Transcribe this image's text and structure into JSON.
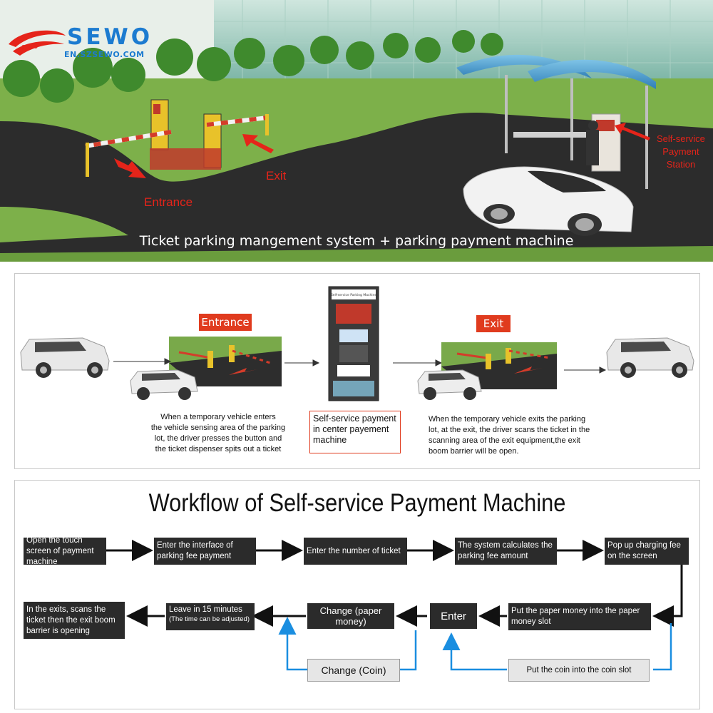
{
  "logo": {
    "brand": "SEWO",
    "url": "EN.SZSEWO.COM"
  },
  "top": {
    "entrance_label": "Entrance",
    "exit_label": "Exit",
    "station_label_lines": [
      "Self-service",
      "Payment",
      "Station"
    ],
    "caption": "Ticket parking mangement system + parking payment machine"
  },
  "process": {
    "entrance_tag": "Entrance",
    "exit_tag": "Exit",
    "entrance_desc": [
      "When a temporary vehicle enters",
      "the vehicle sensing area of the parking",
      "lot, the driver presses the button and",
      "the ticket dispenser spits out a ticket"
    ],
    "machine_label_lines": [
      "Self-service payment",
      "in center payement",
      "machine"
    ],
    "machine_screen_title": "Self-service Parking Machine",
    "exit_desc": [
      "When the temporary vehicle exits the parking",
      "lot, at the exit, the driver scans the ticket in the",
      "scanning area of the exit equipment,the exit",
      "boom barrier will be open."
    ]
  },
  "workflow": {
    "title": "Workflow of Self-service Payment Machine",
    "row1": [
      "Open the touch screen of payment machine",
      "Enter the interface of parking fee payment",
      "Enter the number of ticket",
      "The system calculates the parking fee amount",
      "Pop up charging fee on the screen"
    ],
    "row2": {
      "exit_scan": "In the exits, scans the ticket then the exit boom barrier is opening",
      "leave_main": "Leave in 15 minutes",
      "leave_note": "(The time can be adjusted)",
      "change_paper": "Change (paper money)",
      "enter": "Enter",
      "put_paper": "Put the paper money into the paper money slot"
    },
    "row3": {
      "change_coin": "Change (Coin)",
      "put_coin": "Put the coin into the coin slot"
    }
  },
  "colors": {
    "accent_red": "#e03b1e",
    "flow_blue": "#1a8ee0",
    "box_dark": "#2b2b2b",
    "logo_blue": "#1c7bd0"
  }
}
